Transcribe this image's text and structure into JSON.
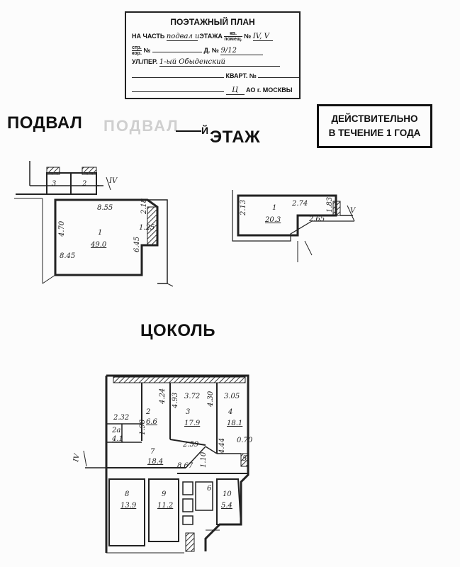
{
  "stamp": {
    "title": "ПОЭТАЖНЫЙ ПЛАН",
    "part_label": "НА ЧАСТЬ",
    "floor_value": "подвал и",
    "floor_label": "ЭТАЖА",
    "kv_label_top": "кв.",
    "kv_label_bottom": "помещ.",
    "no_label": "№",
    "room_value": "IV, V",
    "str_label_top": "стр.",
    "str_label_bottom": "кор.",
    "house_label": "Д. №",
    "house_value": "9/12",
    "street_label": "УЛ./ПЕР.",
    "street_value": "1-ый Обыденский",
    "apt_label": "КВАРТ. №",
    "district_value": "Ц",
    "district_label": "АО г. МОСКВЫ"
  },
  "validity": [
    "ДЕЙСТВИТЕЛЬНО",
    "В ТЕЧЕНИЕ 1 ГОДА"
  ],
  "headings": {
    "basement": "ПОДВАЛ",
    "basement_ghost": "ПОДВАЛ",
    "floor_suffix": "Й",
    "floor_word": "ЭТАЖ",
    "plinth": "ЦОКОЛЬ"
  },
  "plan_a": {
    "rooms": [
      {
        "num": "3"
      },
      {
        "num": "2"
      },
      {
        "num": "1",
        "area": "49.0"
      }
    ],
    "dims": [
      "8.55",
      "2.18",
      "4.70",
      "1.25",
      "6.45",
      "8.45"
    ],
    "marker": "IV"
  },
  "plan_b": {
    "rooms": [
      {
        "num": "1",
        "area": "20.3"
      }
    ],
    "dims": [
      "2.74",
      "2.13",
      "1.83",
      "2.65"
    ],
    "marker": "V"
  },
  "plan_c": {
    "rooms": [
      {
        "num": "2",
        "area": "6.6"
      },
      {
        "num": "3",
        "area": "17.9"
      },
      {
        "num": "4",
        "area": "18.1"
      },
      {
        "num": "2а",
        "area": "4.1"
      },
      {
        "num": "7",
        "area": "18.4"
      },
      {
        "num": "8",
        "area": "13.9"
      },
      {
        "num": "9",
        "area": "11.2"
      },
      {
        "num": "10",
        "area": "5.4"
      },
      {
        "num": "5"
      },
      {
        "num": "6"
      }
    ],
    "dims": [
      "2.32",
      "4.24",
      "3.72",
      "3.05",
      "4.93",
      "4.30",
      "1.98",
      "2.59",
      "4.44",
      "0.70",
      "8.67",
      "1.10"
    ],
    "marker": "IV"
  }
}
